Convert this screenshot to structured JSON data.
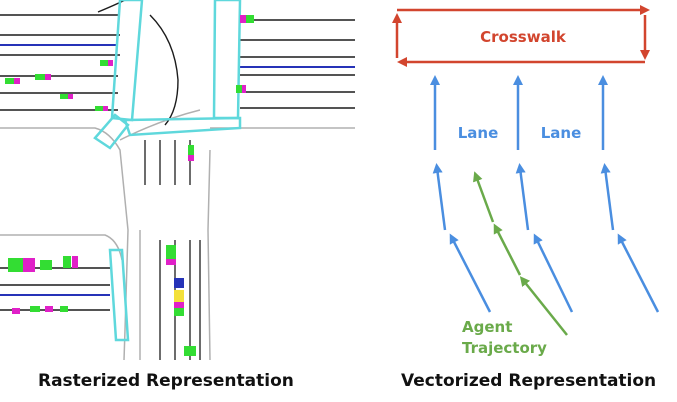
{
  "captions": {
    "left": "Rasterized Representation",
    "right": "Vectorized Representation"
  },
  "vector_panel": {
    "crosswalk_label": "Crosswalk",
    "lane_label_1": "Lane",
    "lane_label_2": "Lane",
    "agent_label_line1": "Agent",
    "agent_label_line2": "Trajectory"
  },
  "colors": {
    "crosswalk": "#d2452e",
    "lane": "#4a8ee0",
    "agent": "#6aaa4a",
    "raster_crosswalk": "#5fd8dc",
    "raster_lane": "#1c1c1c",
    "raster_boundary": "#b0b0b0",
    "raster_agent": "#33dd33",
    "raster_agent_marker": "#e020c8",
    "raster_route": "#2633b8"
  }
}
